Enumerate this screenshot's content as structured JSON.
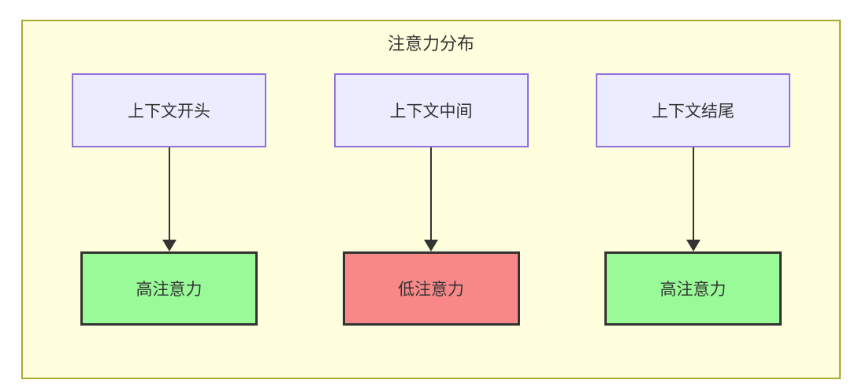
{
  "diagram": {
    "title": "注意力分布",
    "columns": [
      {
        "source": "上下文开头",
        "target": "高注意力",
        "target_type": "high"
      },
      {
        "source": "上下文中间",
        "target": "低注意力",
        "target_type": "low"
      },
      {
        "source": "上下文结尾",
        "target": "高注意力",
        "target_type": "high"
      }
    ],
    "colors": {
      "container_fill": "#ffffde",
      "container_border": "#aaaa33",
      "source_fill": "#ECECFF",
      "source_border": "#9370DB",
      "high_fill": "#98FB98",
      "low_fill": "#F88888",
      "target_border": "#333333",
      "arrow": "#333333",
      "text": "#333333"
    }
  }
}
